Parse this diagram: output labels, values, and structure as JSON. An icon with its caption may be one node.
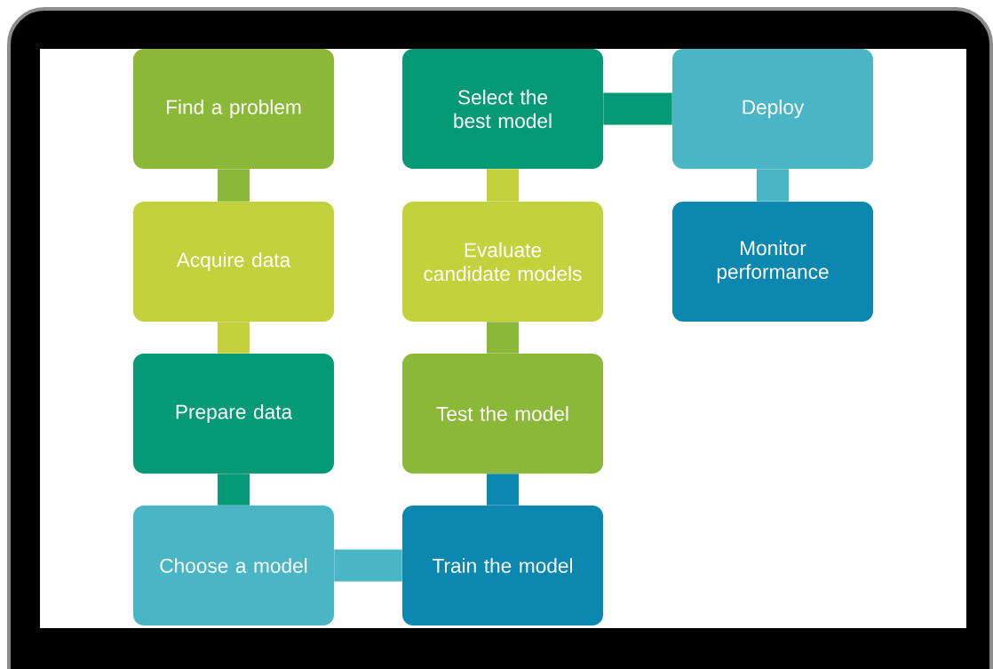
{
  "diagram": {
    "nodes": [
      {
        "text": [
          "Find a problem"
        ]
      },
      {
        "text": [
          "Acquire data"
        ]
      },
      {
        "text": [
          "Prepare data"
        ]
      },
      {
        "text": [
          "Choose a model"
        ]
      },
      {
        "text": [
          "Train the model"
        ]
      },
      {
        "text": [
          "Test the model"
        ]
      },
      {
        "text": [
          "Evaluate candidate models"
        ]
      },
      {
        "text": [
          "Select the best model"
        ]
      },
      {
        "text": [
          "Deploy"
        ]
      },
      {
        "text": [
          "Monitor performance"
        ]
      }
    ],
    "edges": [
      {
        "from": 0,
        "to": 1,
        "arrow": "none",
        "color": "#8cb83a"
      },
      {
        "from": 1,
        "to": 2,
        "arrow": "none",
        "color": "#c3d13c"
      },
      {
        "from": 2,
        "to": 3,
        "arrow": "none",
        "color": "#069976"
      },
      {
        "from": 3,
        "to": 4,
        "arrow": "none",
        "color": "#4ab5c4"
      },
      {
        "from": 4,
        "to": 5,
        "arrow": "none",
        "color": "#0b87b0"
      },
      {
        "from": 5,
        "to": 6,
        "arrow": "none",
        "color": "#8cb83a"
      },
      {
        "from": 6,
        "to": 7,
        "arrow": "none",
        "color": "#c3d13c"
      },
      {
        "from": 7,
        "to": 8,
        "arrow": "none",
        "color": "#069976"
      },
      {
        "from": 8,
        "to": 9,
        "arrow": "none",
        "color": "#4ab5c4"
      }
    ]
  }
}
